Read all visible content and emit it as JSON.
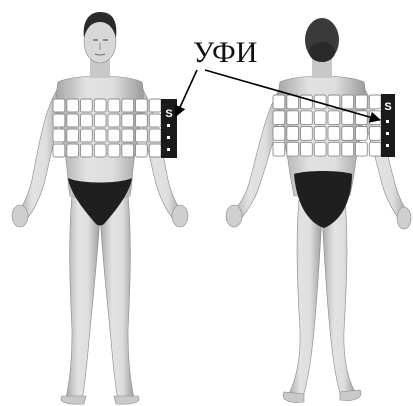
{
  "label": "УФИ",
  "strip_letter": "S",
  "colors": {
    "skin": "#d9d9d9",
    "skin_shade": "#9a9a9a",
    "hair": "#2a2a2a",
    "briefs": "#1f1f1f",
    "pad_fill": "#ffffff",
    "pad_border": "#8c8c8c",
    "strip": "#1a1a1a",
    "arrow": "#000000"
  },
  "figures": [
    {
      "view": "front",
      "pads": {
        "rows": 4,
        "cols": 8
      }
    },
    {
      "view": "back",
      "pads": {
        "rows": 4,
        "cols": 8
      }
    }
  ]
}
